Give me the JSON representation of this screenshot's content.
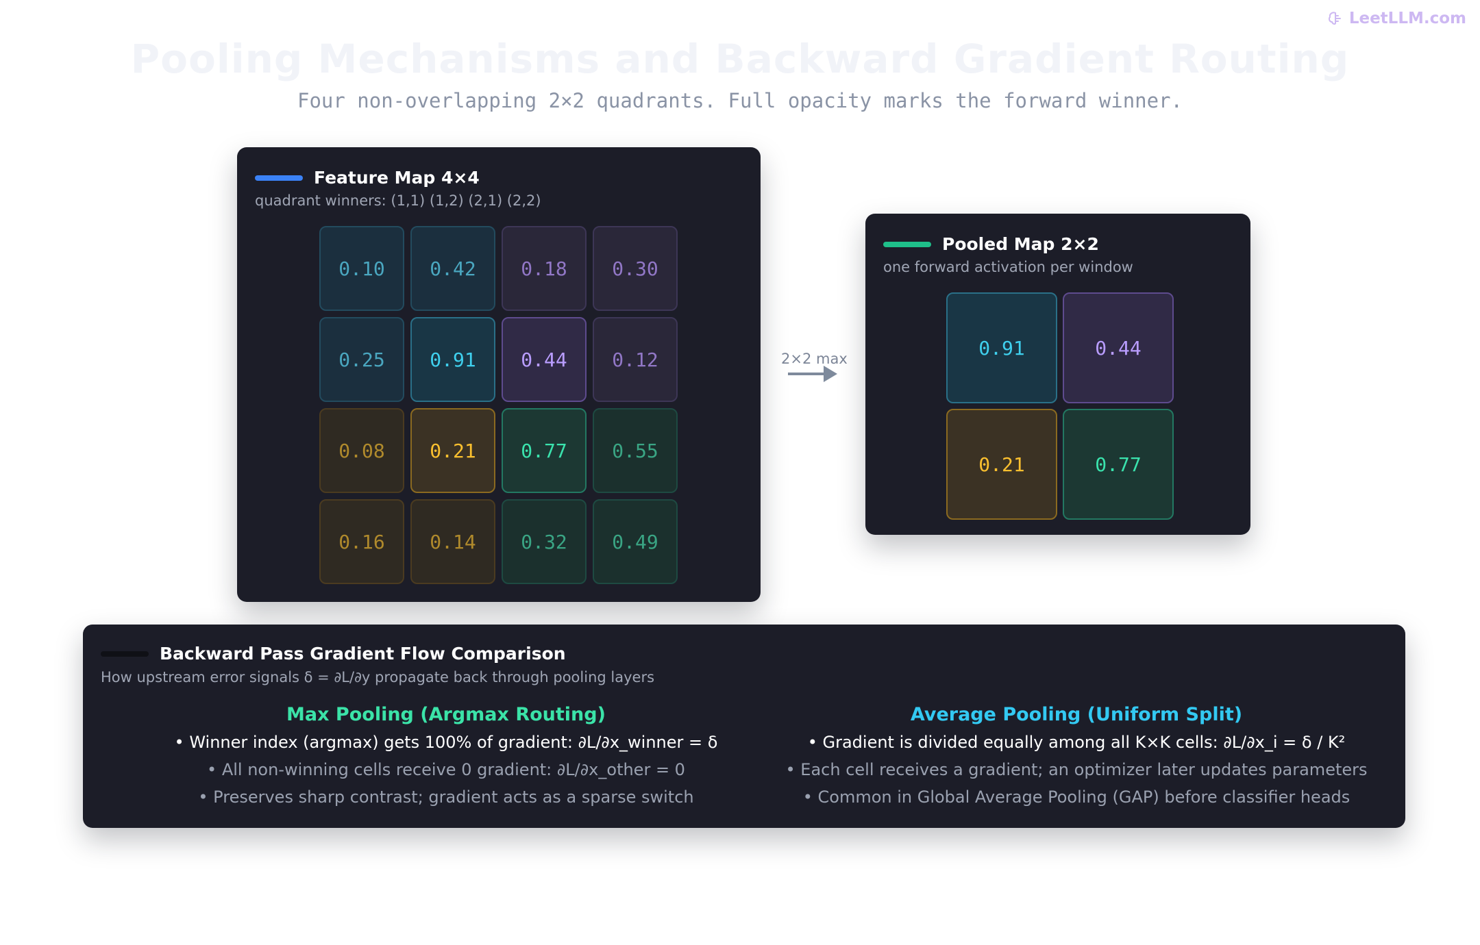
{
  "brand": {
    "name": "LeetLLM.com",
    "icon": "brain-icon"
  },
  "title": "Pooling Mechanisms and Backward Gradient Routing",
  "subtitle": "Four non-overlapping 2×2 quadrants. Full opacity marks the forward winner.",
  "feature_map": {
    "title": "Feature Map 4×4",
    "subtitle": "quadrant winners: (1,1) (1,2) (2,1) (2,2)",
    "accent": "#3b82f6",
    "rows": [
      [
        "0.10",
        "0.42",
        "0.18",
        "0.30"
      ],
      [
        "0.25",
        "0.91",
        "0.44",
        "0.12"
      ],
      [
        "0.08",
        "0.21",
        "0.77",
        "0.55"
      ],
      [
        "0.16",
        "0.14",
        "0.32",
        "0.49"
      ]
    ]
  },
  "operation": {
    "label": "2×2 max"
  },
  "pooled_map": {
    "title": "Pooled Map 2×2",
    "subtitle": "one forward activation per window",
    "accent": "#1fbf8a",
    "rows": [
      [
        "0.91",
        "0.44"
      ],
      [
        "0.21",
        "0.77"
      ]
    ]
  },
  "backward": {
    "title": "Backward Pass Gradient Flow Comparison",
    "subtitle": "How upstream error signals δ = ∂L/∂y propagate back through pooling layers",
    "accent": "#0f1016",
    "max_pooling": {
      "title": "Max Pooling (Argmax Routing)",
      "color": "#3be3a8",
      "lines": [
        "• Winner index (argmax) gets 100% of gradient: ∂L/∂x_winner = δ",
        "• All non-winning cells receive 0 gradient: ∂L/∂x_other = 0",
        "• Preserves sharp contrast; gradient acts as a sparse switch"
      ]
    },
    "avg_pooling": {
      "title": "Average Pooling (Uniform Split)",
      "color": "#33c9f2",
      "lines": [
        "• Gradient is divided equally among all K×K cells: ∂L/∂x_i = δ / K²",
        "• Each cell receives a gradient; an optimizer later updates parameters",
        "• Common in Global Average Pooling (GAP) before classifier heads"
      ]
    }
  }
}
